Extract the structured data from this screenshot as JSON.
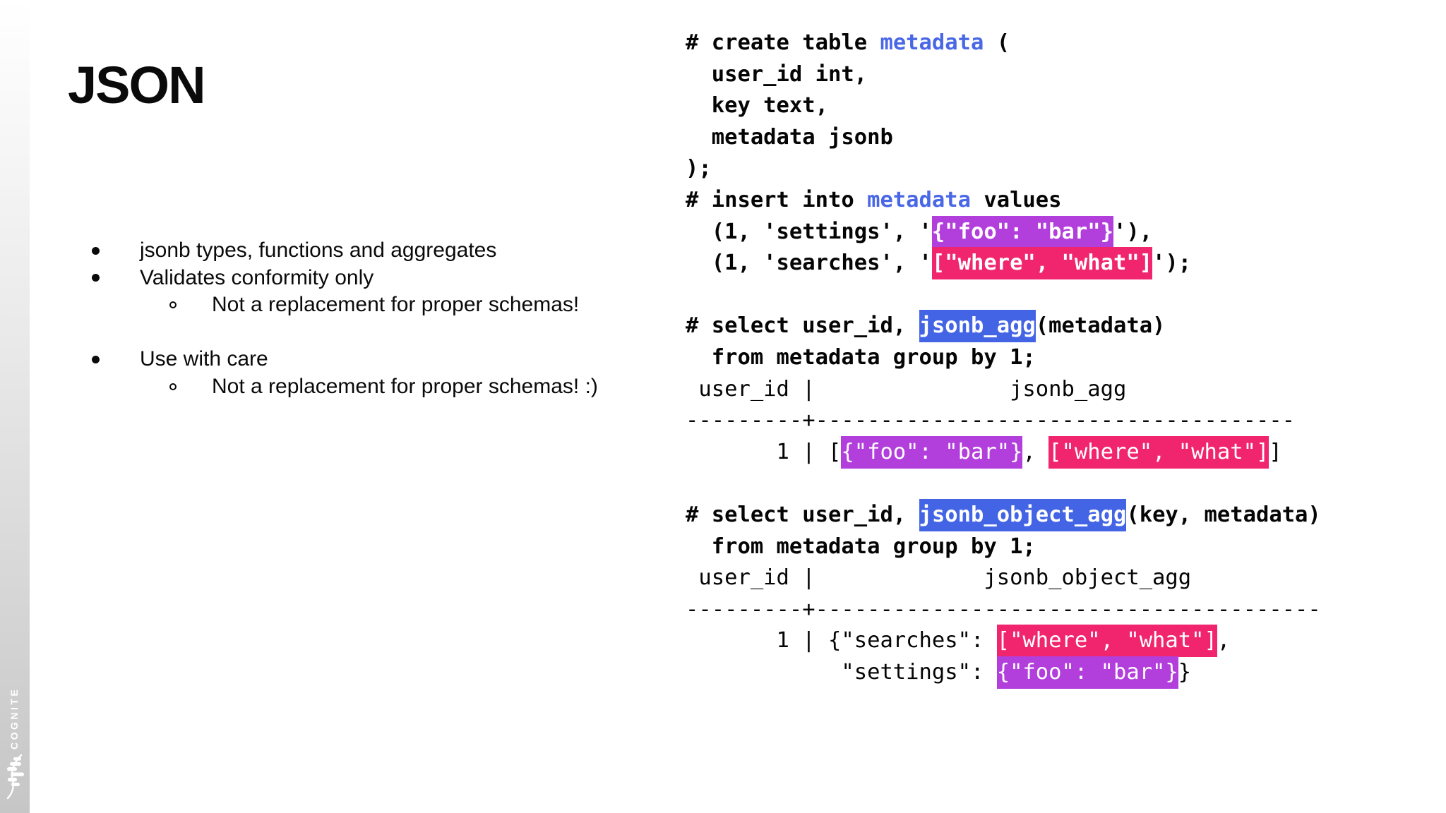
{
  "title": "JSON",
  "brand": {
    "name": "COGNITE"
  },
  "colors": {
    "keyword_blue": "#4A68E6",
    "highlight_blue": "#4364E4",
    "highlight_purple": "#B23EDC",
    "highlight_pink": "#F1256E",
    "text_black": "#050505",
    "band_gray_bottom": "#C6C6C6",
    "highlight_text": "#FFFFFF"
  },
  "bullets": [
    {
      "level": 1,
      "gap_before": false,
      "text": "jsonb types, functions and aggregates"
    },
    {
      "level": 1,
      "gap_before": false,
      "text": "Validates conformity only"
    },
    {
      "level": 2,
      "gap_before": false,
      "text": "Not a replacement for proper schemas!"
    },
    {
      "level": 1,
      "gap_before": true,
      "text": "Use with care"
    },
    {
      "level": 2,
      "gap_before": false,
      "text": "Not a replacement for proper schemas! :)"
    }
  ],
  "code": {
    "lines": [
      {
        "bold": true,
        "segments": [
          {
            "t": "# create table ",
            "s": "p"
          },
          {
            "t": "metadata",
            "s": "kw"
          },
          {
            "t": " (",
            "s": "p"
          }
        ]
      },
      {
        "bold": true,
        "segments": [
          {
            "t": "  user_id int,",
            "s": "p"
          }
        ]
      },
      {
        "bold": true,
        "segments": [
          {
            "t": "  key text,",
            "s": "p"
          }
        ]
      },
      {
        "bold": true,
        "segments": [
          {
            "t": "  metadata jsonb",
            "s": "p"
          }
        ]
      },
      {
        "bold": true,
        "segments": [
          {
            "t": ");",
            "s": "p"
          }
        ]
      },
      {
        "bold": true,
        "segments": [
          {
            "t": "# insert into ",
            "s": "p"
          },
          {
            "t": "metadata",
            "s": "kw"
          },
          {
            "t": " values",
            "s": "p"
          }
        ]
      },
      {
        "bold": true,
        "segments": [
          {
            "t": "  (1, 'settings', '",
            "s": "p"
          },
          {
            "t": "{\"foo\": \"bar\"}",
            "s": "hp"
          },
          {
            "t": "'),",
            "s": "p"
          }
        ]
      },
      {
        "bold": true,
        "segments": [
          {
            "t": "  (1, 'searches', '",
            "s": "p"
          },
          {
            "t": "[\"where\", \"what\"]",
            "s": "hk"
          },
          {
            "t": "');",
            "s": "p"
          }
        ]
      },
      {
        "bold": false,
        "segments": []
      },
      {
        "bold": true,
        "segments": [
          {
            "t": "# select user_id, ",
            "s": "p"
          },
          {
            "t": "jsonb_agg",
            "s": "hb"
          },
          {
            "t": "(metadata)",
            "s": "p"
          }
        ]
      },
      {
        "bold": true,
        "segments": [
          {
            "t": "  from metadata group by 1;",
            "s": "p"
          }
        ]
      },
      {
        "bold": false,
        "segments": [
          {
            "t": " user_id |               jsonb_agg",
            "s": "p"
          }
        ]
      },
      {
        "bold": false,
        "segments": [
          {
            "t": "---------+-------------------------------------",
            "s": "p"
          }
        ]
      },
      {
        "bold": false,
        "segments": [
          {
            "t": "       1 | [",
            "s": "p"
          },
          {
            "t": "{\"foo\": \"bar\"}",
            "s": "hp"
          },
          {
            "t": ", ",
            "s": "p"
          },
          {
            "t": "[\"where\", \"what\"]",
            "s": "hk"
          },
          {
            "t": "]",
            "s": "p"
          }
        ]
      },
      {
        "bold": false,
        "segments": []
      },
      {
        "bold": true,
        "segments": [
          {
            "t": "# select user_id, ",
            "s": "p"
          },
          {
            "t": "jsonb_object_agg",
            "s": "hb"
          },
          {
            "t": "(key, metadata)",
            "s": "p"
          }
        ]
      },
      {
        "bold": true,
        "segments": [
          {
            "t": "  from metadata group by 1;",
            "s": "p"
          }
        ]
      },
      {
        "bold": false,
        "segments": [
          {
            "t": " user_id |             jsonb_object_agg",
            "s": "p"
          }
        ]
      },
      {
        "bold": false,
        "segments": [
          {
            "t": "---------+---------------------------------------",
            "s": "p"
          }
        ]
      },
      {
        "bold": false,
        "segments": [
          {
            "t": "       1 | {\"searches\": ",
            "s": "p"
          },
          {
            "t": "[\"where\", \"what\"]",
            "s": "hk"
          },
          {
            "t": ",",
            "s": "p"
          }
        ]
      },
      {
        "bold": false,
        "segments": [
          {
            "t": "            \"settings\": ",
            "s": "p"
          },
          {
            "t": "{\"foo\": \"bar\"}",
            "s": "hp"
          },
          {
            "t": "}",
            "s": "p"
          }
        ]
      }
    ]
  }
}
